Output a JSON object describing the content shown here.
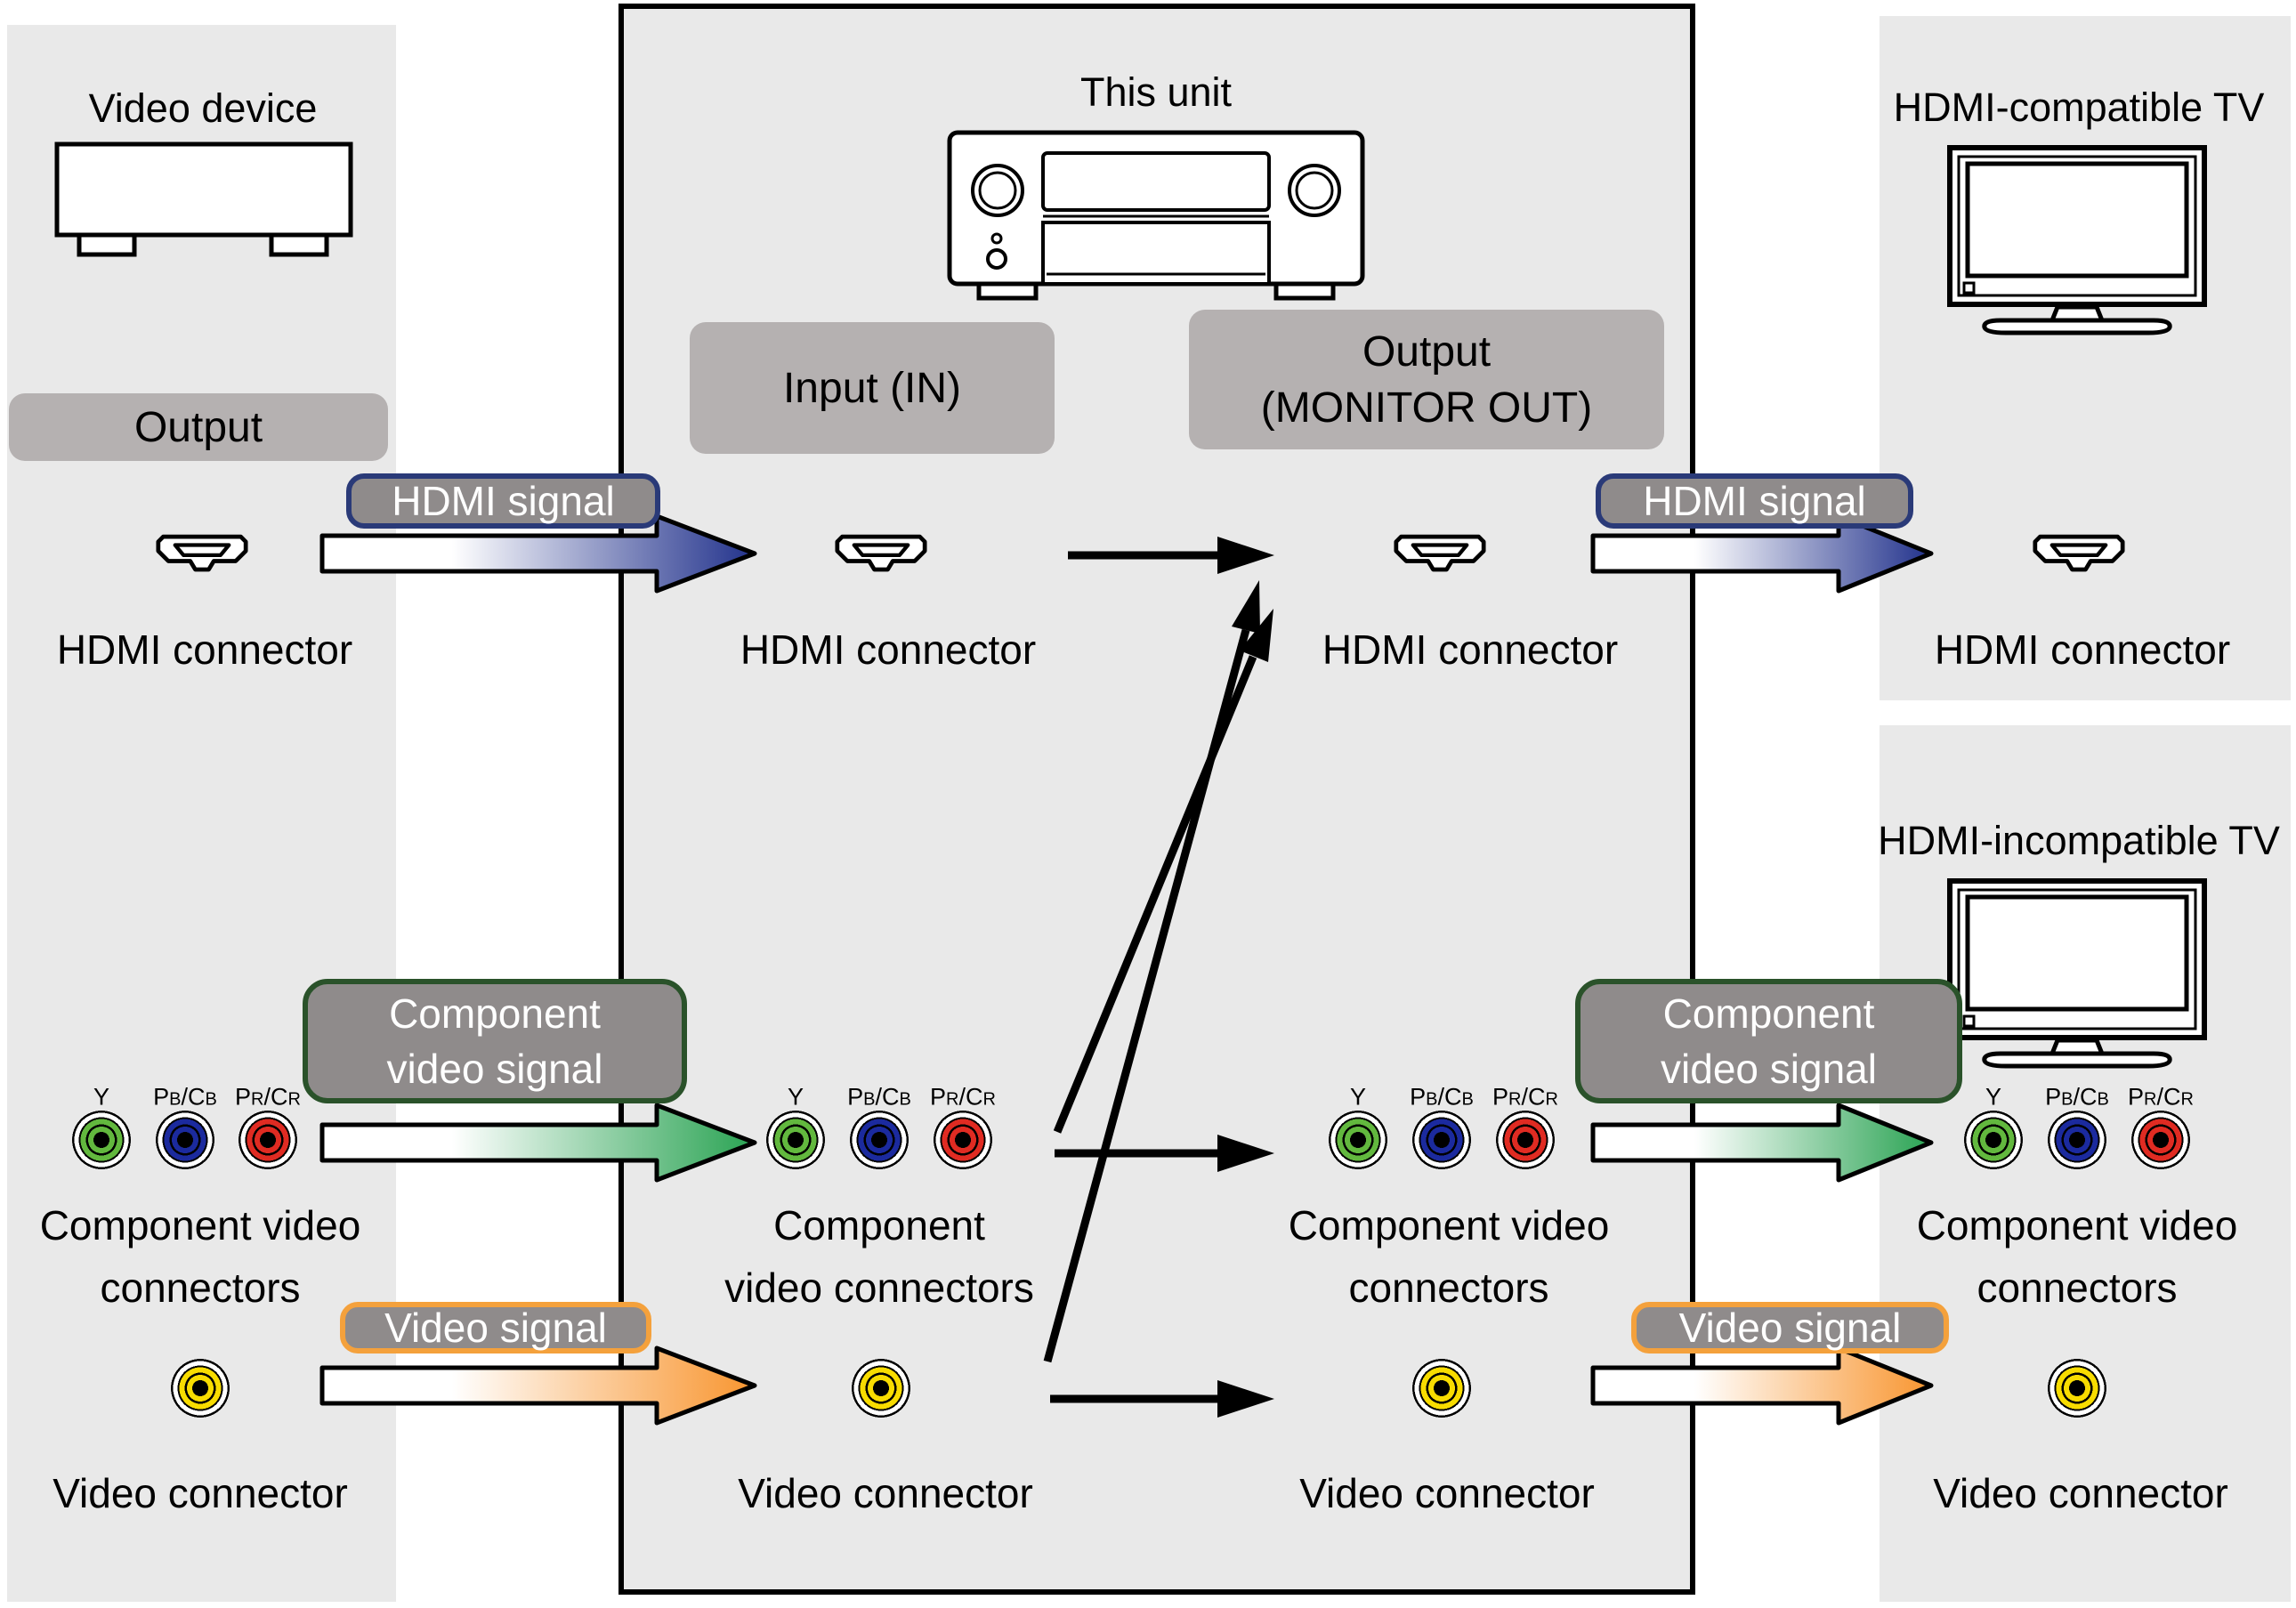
{
  "panels": {
    "video_device": {
      "title": "Video device"
    },
    "this_unit": {
      "title": "This unit"
    },
    "hdmi_tv": {
      "title": "HDMI-compatible TV"
    },
    "non_hdmi_tv": {
      "title": "HDMI-incompatible TV"
    }
  },
  "io_badges": {
    "output": "Output",
    "input_in": "Input (IN)",
    "monitor_out_line1": "Output",
    "monitor_out_line2": "(MONITOR OUT)"
  },
  "signal_badges": {
    "hdmi": "HDMI signal",
    "component_line1": "Component",
    "component_line2": "video signal",
    "video": "Video signal"
  },
  "connector_labels": {
    "hdmi": "HDMI connector",
    "video": "Video connector",
    "component_a_line1": "Component video",
    "component_a_line2": "connectors",
    "component_b_line1": "Component",
    "component_b_line2": "video connectors"
  },
  "jack_labels": {
    "y": [
      {
        "t": "Y",
        "s": 0
      }
    ],
    "pb": [
      {
        "t": "P",
        "s": 0
      },
      {
        "t": "B",
        "s": 1
      },
      {
        "t": "/C",
        "s": 0
      },
      {
        "t": "B",
        "s": 1
      }
    ],
    "pr": [
      {
        "t": "P",
        "s": 0
      },
      {
        "t": "R",
        "s": 1
      },
      {
        "t": "/C",
        "s": 0
      },
      {
        "t": "R",
        "s": 1
      }
    ]
  },
  "colors": {
    "panel_bg": "#e9e9e9",
    "io_badge_bg": "#b5b1b1",
    "signal_badge_bg": "#8f8b8b",
    "hdmi_arrow": "#22328c",
    "hdmi_badge_border": "#2a3a78",
    "component_arrow": "#2aa353",
    "component_badge_border": "#2a522a",
    "video_arrow": "#f8952f",
    "video_badge_border": "#f4a13c",
    "jack_green": "#62b83e",
    "jack_blue": "#1b2a9e",
    "jack_red": "#e02b22",
    "jack_yellow": "#f8dc00"
  }
}
